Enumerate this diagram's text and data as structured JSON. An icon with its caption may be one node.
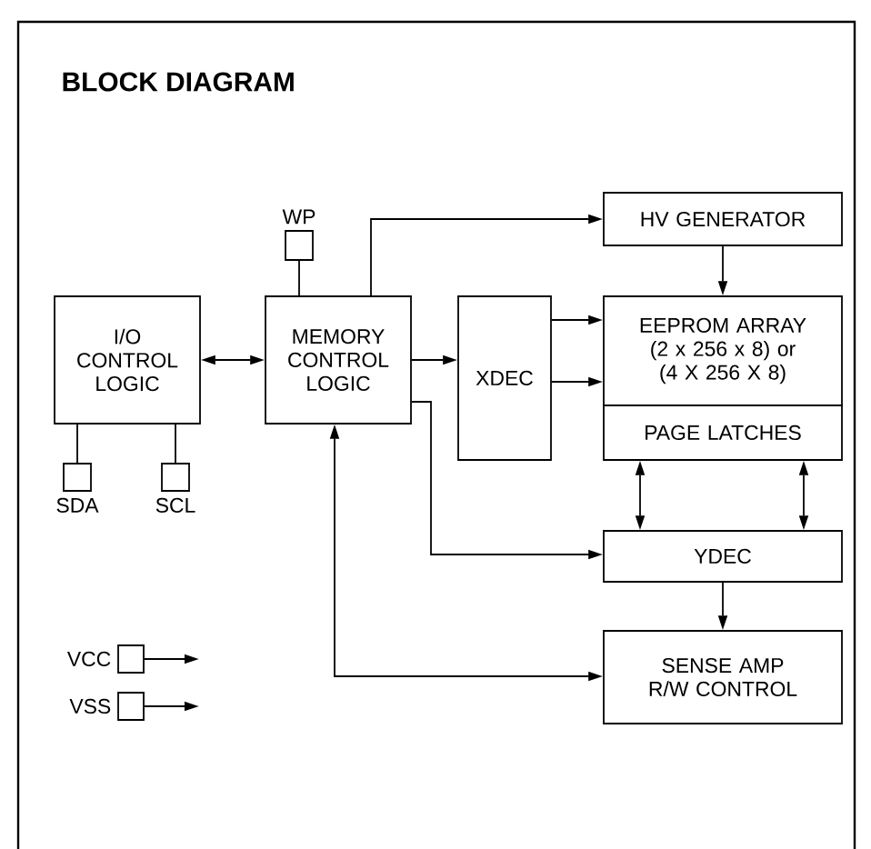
{
  "diagram": {
    "title": "BLOCK DIAGRAM",
    "nodes": [
      {
        "text": [
          "I/O CONTROL LOGIC"
        ]
      },
      {
        "text": [
          "MEMORY CONTROL LOGIC"
        ]
      },
      {
        "text": [
          "WP"
        ]
      },
      {
        "text": [
          "SDA"
        ]
      },
      {
        "text": [
          "SCL"
        ]
      },
      {
        "text": [
          "HV GENERATOR"
        ]
      },
      {
        "text": [
          "XDEC"
        ]
      },
      {
        "text": [
          "EEPROM ARRAY (2 x 256 x 8) or (4 X 256 X 8)"
        ]
      },
      {
        "text": [
          "PAGE LATCHES"
        ]
      },
      {
        "text": [
          "YDEC"
        ]
      },
      {
        "text": [
          "SENSE AMP R/W CONTROL"
        ]
      },
      {
        "text": [
          "VCC"
        ]
      },
      {
        "text": [
          "VSS"
        ]
      }
    ],
    "edges": [
      {
        "from": 0,
        "to": 1,
        "arrow": "both"
      },
      {
        "from": 2,
        "to": 1,
        "arrow": "none"
      },
      {
        "from": 3,
        "to": 0,
        "arrow": "none"
      },
      {
        "from": 4,
        "to": 0,
        "arrow": "none"
      },
      {
        "from": 1,
        "to": 5,
        "arrow": "to"
      },
      {
        "from": 5,
        "to": 7,
        "arrow": "to"
      },
      {
        "from": 1,
        "to": 6,
        "arrow": "to"
      },
      {
        "from": 6,
        "to": 7,
        "arrow": "to"
      },
      {
        "from": 6,
        "to": 7,
        "arrow": "to"
      },
      {
        "from": 8,
        "to": 9,
        "arrow": "both"
      },
      {
        "from": 8,
        "to": 9,
        "arrow": "both"
      },
      {
        "from": 1,
        "to": 9,
        "arrow": "to"
      },
      {
        "from": 9,
        "to": 10,
        "arrow": "to"
      },
      {
        "from": 10,
        "to": 1,
        "arrow": "both"
      },
      {
        "from": 11,
        "to": null,
        "arrow": "to"
      },
      {
        "from": 12,
        "to": null,
        "arrow": "to"
      }
    ]
  }
}
